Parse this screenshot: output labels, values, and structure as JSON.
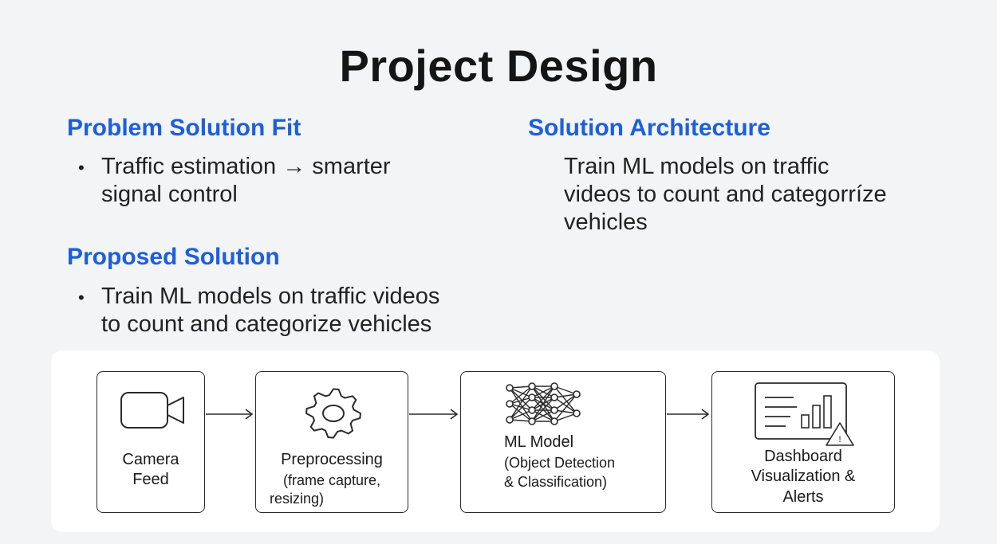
{
  "page": {
    "title": "Project Design"
  },
  "problem_solution_fit": {
    "heading": "Problem Solution Fit",
    "bullet_line1": "Traffic estimation → smarter",
    "bullet_line2": "signal control"
  },
  "solution_architecture": {
    "heading": "Solution Architecture",
    "line1": "Train ML models on traffic",
    "line2": "videos to count and categorríze",
    "line3": "vehicles"
  },
  "proposed_solution": {
    "heading": "Proposed Solution",
    "bullet_line1": "Train ML models on traffic videos",
    "bullet_line2": "to count and categorize vehicles"
  },
  "diagram": {
    "nodes": [
      {
        "line1": "Camera",
        "line2": "Feed",
        "icon": "video-camera-icon"
      },
      {
        "line1": "Preprocessing",
        "line2": "(frame capture,",
        "line3": "resizing)",
        "icon": "gear-icon"
      },
      {
        "line1": "ML Model",
        "line2": "(Object Detection",
        "line3": "& Classification)",
        "icon": "neural-network-icon"
      },
      {
        "line1": "Dashboard",
        "line2": "Visualization &",
        "line3": "Alerts",
        "icon": "dashboard-alert-icon"
      }
    ],
    "colors": {
      "accent_heading": "#1c5fdc",
      "stroke": "#2a2a2a"
    }
  }
}
